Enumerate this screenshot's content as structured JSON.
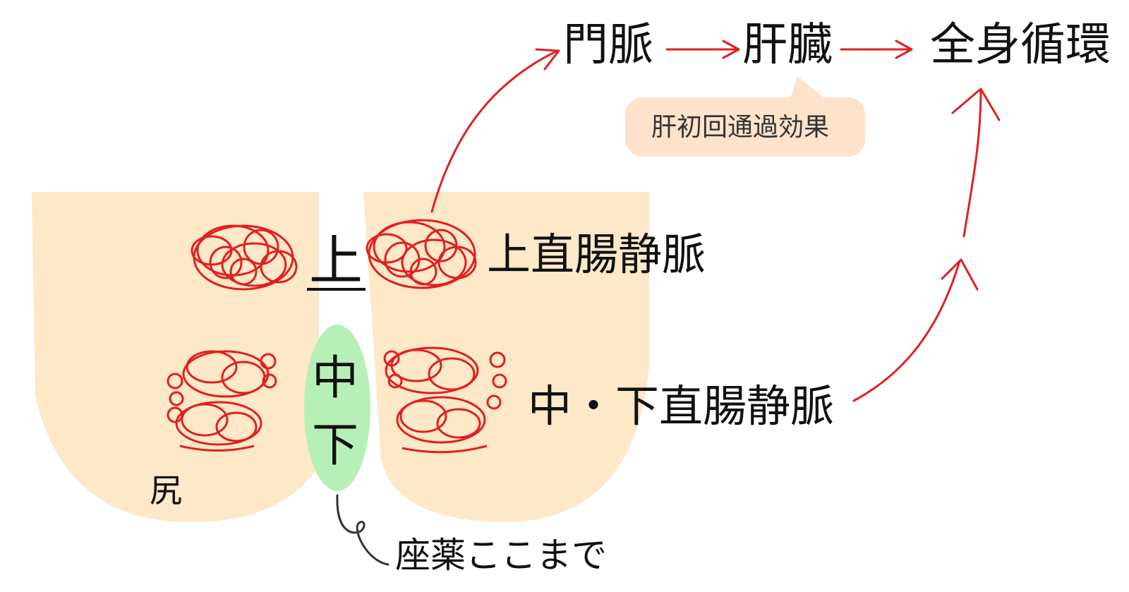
{
  "flow": {
    "portal_vein": "門脈",
    "liver": "肝臓",
    "systemic_circulation": "全身循環"
  },
  "callout": {
    "first_pass_effect": "肝初回通過効果"
  },
  "veins": {
    "upper": "上直腸静脈",
    "middle_lower": "中・下直腸静脈"
  },
  "sections": {
    "upper": "上",
    "middle": "中",
    "lower": "下"
  },
  "labels": {
    "buttock": "尻",
    "suppository_reach": "座薬ここまで"
  },
  "colors": {
    "skin": "#fde8c8",
    "vessel_red": "#e02020",
    "suppository_green": "#b6f0b6",
    "callout_bg": "#fde2cc",
    "text": "#111111"
  }
}
